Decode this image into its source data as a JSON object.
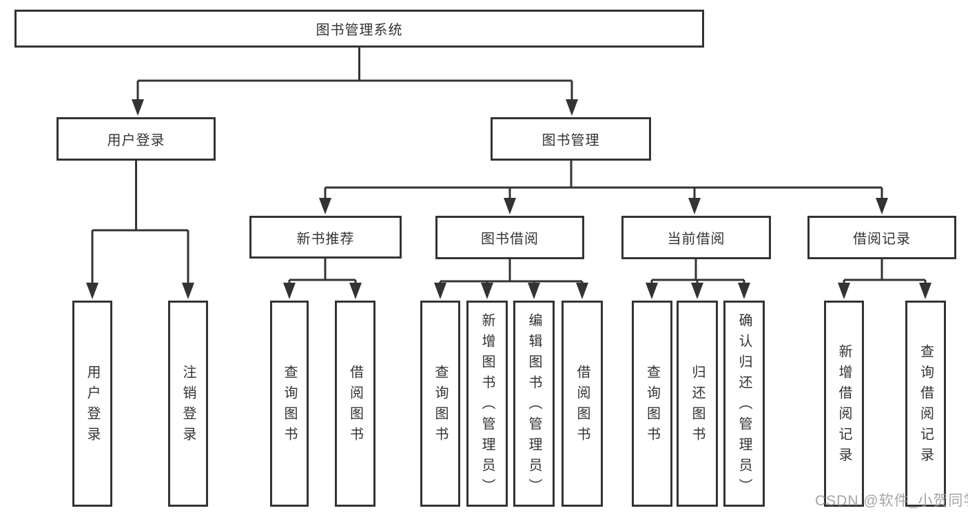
{
  "diagram": {
    "title": "图书管理系统",
    "root": {
      "label": "图书管理系统"
    },
    "user_branch": {
      "label": "用户登录",
      "children": [
        {
          "label": "用户登录"
        },
        {
          "label": "注销登录"
        }
      ]
    },
    "book_branch": {
      "label": "图书管理",
      "groups": [
        {
          "label": "新书推荐",
          "children": [
            {
              "label": "查询图书"
            },
            {
              "label": "借阅图书"
            }
          ]
        },
        {
          "label": "图书借阅",
          "children": [
            {
              "label": "查询图书"
            },
            {
              "label": "新增图书（管理员）"
            },
            {
              "label": "编辑图书（管理员）"
            },
            {
              "label": "借阅图书"
            }
          ]
        },
        {
          "label": "当前借阅",
          "children": [
            {
              "label": "查询图书"
            },
            {
              "label": "归还图书"
            },
            {
              "label": "确认归还（管理员）"
            }
          ]
        },
        {
          "label": "借阅记录",
          "children": [
            {
              "label": "新增借阅记录"
            },
            {
              "label": "查询借阅记录"
            }
          ]
        }
      ]
    },
    "colors": {
      "line": "#333333",
      "text": "#333333",
      "box_background": "#ffffff",
      "watermark": "#9b9b9b"
    }
  },
  "watermark": {
    "text": "CSDN @软件_小贺同学"
  }
}
